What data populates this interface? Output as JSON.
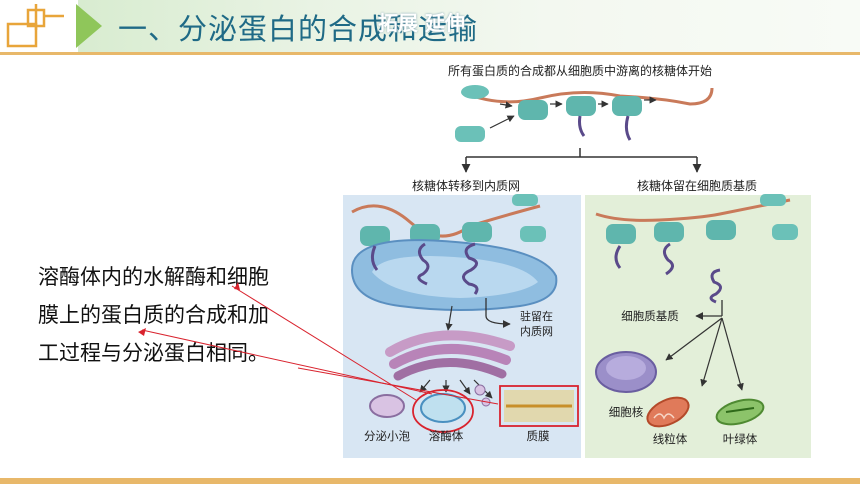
{
  "header": {
    "title": "一、分泌蛋白的合成和运输",
    "overlay": "拓展 延伸"
  },
  "note": {
    "lines": [
      "溶酶体内的水解酶和细胞",
      "膜上的蛋白质的合成和加",
      "工过程与分泌蛋白相同。"
    ]
  },
  "diagram": {
    "top_caption": "所有蛋白质的合成都从细胞质中游离的核糖体开始",
    "left_heading": "核糖体转移到内质网",
    "right_heading": "核糖体留在细胞质基质",
    "stay_er": [
      "驻留在",
      "内质网"
    ],
    "cytosol_label": "细胞质基质",
    "vesicle_label": "分泌小泡",
    "lysosome_label": "溶酶体",
    "membrane_label": "质膜",
    "nucleus_label": "细胞核",
    "mito_label": "线粒体",
    "chloro_label": "叶绿体"
  },
  "colors": {
    "title": "#1f6a86",
    "accent_line": "#e8b86a",
    "chevron": "#8fc65a",
    "left_panel": "#d8e6f3",
    "right_panel": "#e3efd9",
    "ribosome": "#5fb6ad",
    "highlight": "#d9232e"
  }
}
